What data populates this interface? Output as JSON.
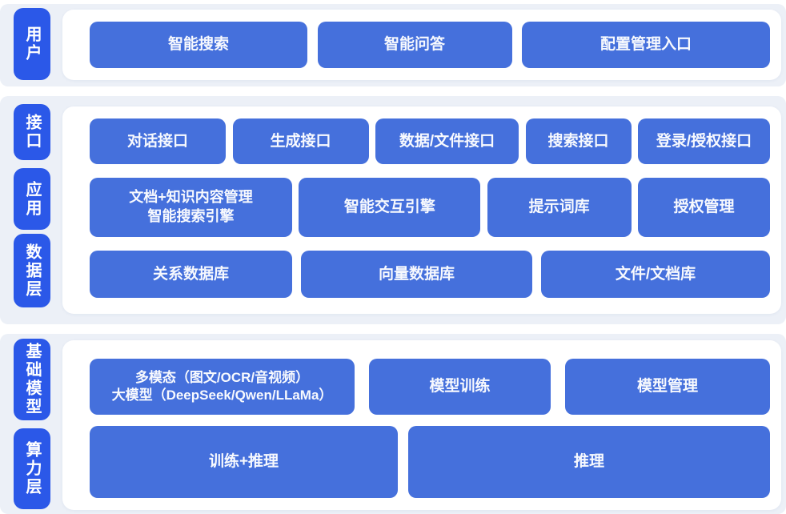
{
  "colors": {
    "layer_label_blue": "#2b58e8",
    "box_blue": "#4570dc",
    "band_background": "#ecf0f7",
    "panel_background": "#ffffff",
    "box_text": "#ffffff"
  },
  "sections": [
    {
      "name": "user-layer",
      "labels": [
        {
          "text": "用户"
        }
      ],
      "rows": [
        {
          "boxes": [
            {
              "text": "智能搜索"
            },
            {
              "text": "智能问答"
            },
            {
              "text": "配置管理入口"
            }
          ]
        }
      ]
    },
    {
      "name": "interface-app-data-layer",
      "labels": [
        {
          "text": "接口"
        },
        {
          "text": "应用"
        },
        {
          "text": "数据层"
        }
      ],
      "rows": [
        {
          "boxes": [
            {
              "text": "对话接口"
            },
            {
              "text": "生成接口"
            },
            {
              "text": "数据/文件接口"
            },
            {
              "text": "搜索接口"
            },
            {
              "text": "登录/授权接口"
            }
          ]
        },
        {
          "boxes": [
            {
              "text": "文档+知识内容管理\n智能搜索引擎"
            },
            {
              "text": "智能交互引擎"
            },
            {
              "text": "提示词库"
            },
            {
              "text": "授权管理"
            }
          ]
        },
        {
          "boxes": [
            {
              "text": "关系数据库"
            },
            {
              "text": "向量数据库"
            },
            {
              "text": "文件/文档库"
            }
          ]
        }
      ]
    },
    {
      "name": "model-compute-layer",
      "labels": [
        {
          "text": "基础模型"
        },
        {
          "text": "算力层"
        }
      ],
      "rows": [
        {
          "boxes": [
            {
              "text": "多模态（图文/OCR/音视频）\n大模型（DeepSeek/Qwen/LLaMa）"
            },
            {
              "text": "模型训练"
            },
            {
              "text": "模型管理"
            }
          ]
        },
        {
          "boxes": [
            {
              "text": "训练+推理"
            },
            {
              "text": "推理"
            }
          ]
        }
      ]
    }
  ]
}
